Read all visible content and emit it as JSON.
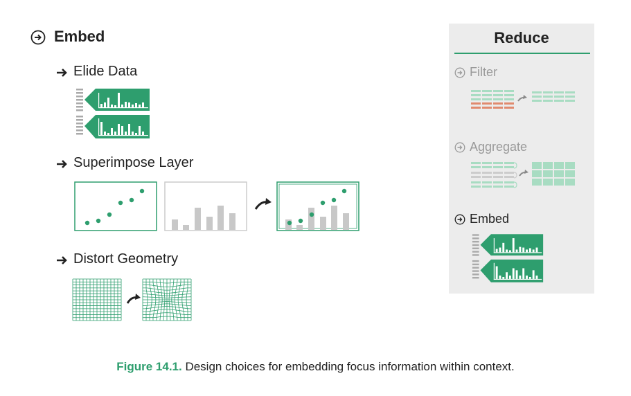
{
  "main": {
    "title": "Embed",
    "items": [
      {
        "label": "Elide Data"
      },
      {
        "label": "Superimpose Layer"
      },
      {
        "label": "Distort Geometry"
      }
    ]
  },
  "reduce_panel": {
    "title": "Reduce",
    "items": [
      {
        "label": "Filter",
        "state": "faded"
      },
      {
        "label": "Aggregate",
        "state": "faded"
      },
      {
        "label": "Embed",
        "state": "active"
      }
    ]
  },
  "caption": {
    "figure_label": "Figure 14.1.",
    "text": "Design choices for embedding focus information within context."
  },
  "colors": {
    "accent": "#2e9e6e",
    "accent_light": "#a8dcc2",
    "gray_bar": "#c8c8c8",
    "filter_red": "#e08a6e",
    "panel_bg": "#ececec"
  }
}
